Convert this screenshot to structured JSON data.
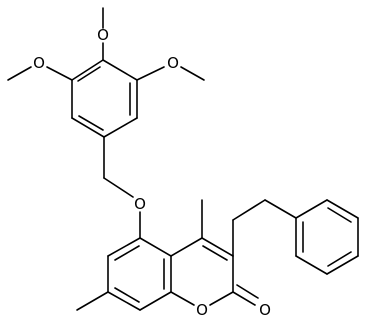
{
  "molecule": {
    "atom_labels": {
      "o_methoxy_top": "O",
      "o_methoxy_left": "O",
      "o_methoxy_right": "O",
      "o_ether": "O",
      "o_ring": "O",
      "o_carbonyl": "O"
    },
    "colors": {
      "bond": "#000000",
      "label": "#000000",
      "background": "#ffffff"
    }
  }
}
